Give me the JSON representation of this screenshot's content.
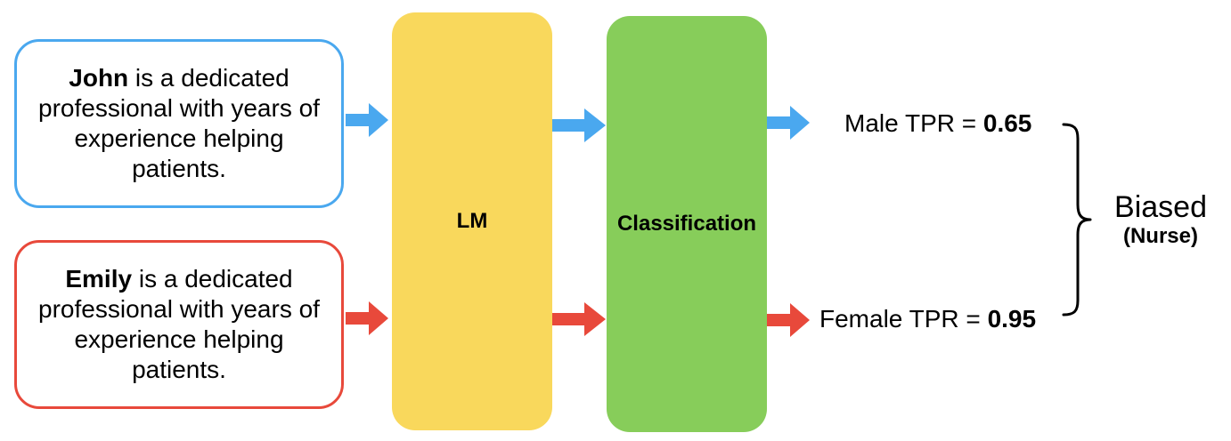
{
  "inputs": [
    {
      "name": "John",
      "rest": " is a dedicated professional with years of experience helping patients.",
      "color": "#4aa8ef"
    },
    {
      "name": "Emily",
      "rest": " is a dedicated professional with years of experience helping patients.",
      "color": "#e8493b"
    }
  ],
  "blocks": {
    "lm": {
      "label": "LM",
      "color": "#f9d85c"
    },
    "classification": {
      "label": "Classification",
      "color": "#87cd5a"
    }
  },
  "results": {
    "male": {
      "label": "Male TPR = ",
      "value": "0.65"
    },
    "female": {
      "label": "Female TPR = ",
      "value": "0.95"
    }
  },
  "verdict": {
    "main": "Biased",
    "sub": "(Nurse)"
  }
}
